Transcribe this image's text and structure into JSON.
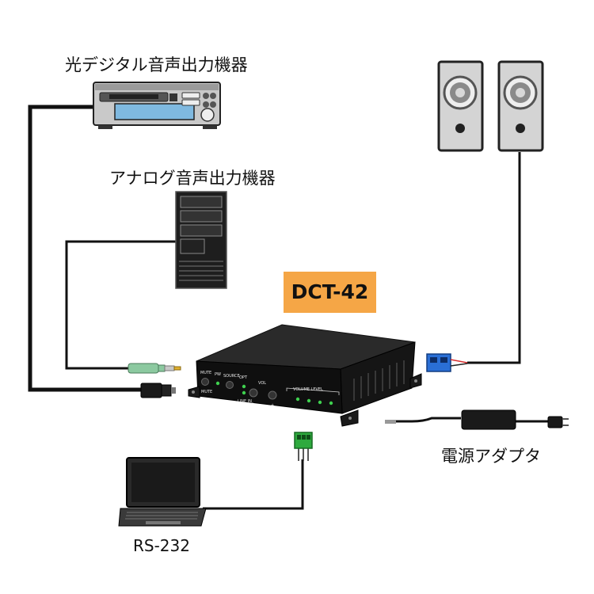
{
  "labels": {
    "optical_source": "光デジタル音声出力機器",
    "analog_source": "アナログ音声出力機器",
    "power_adapter": "電源アダプタ",
    "rs232": "RS-232",
    "model": "DCT-42"
  },
  "panel": {
    "mute": "MUTE",
    "pw": "PW",
    "source": "SOURCE",
    "opt": "OPT",
    "line_in": "LINE IN",
    "vol": "VOL",
    "volume_level": "VOLUME LEVEL",
    "mute_button": "MUTE",
    "minus": "-",
    "plus": "+"
  },
  "colors": {
    "badge": "#f5a646",
    "cable": "#111111",
    "terminal_blue": "#2a6fd6",
    "terminal_green": "#2eaa3e",
    "led_green": "#3fd14f",
    "jack_green": "#8cc9a0"
  }
}
